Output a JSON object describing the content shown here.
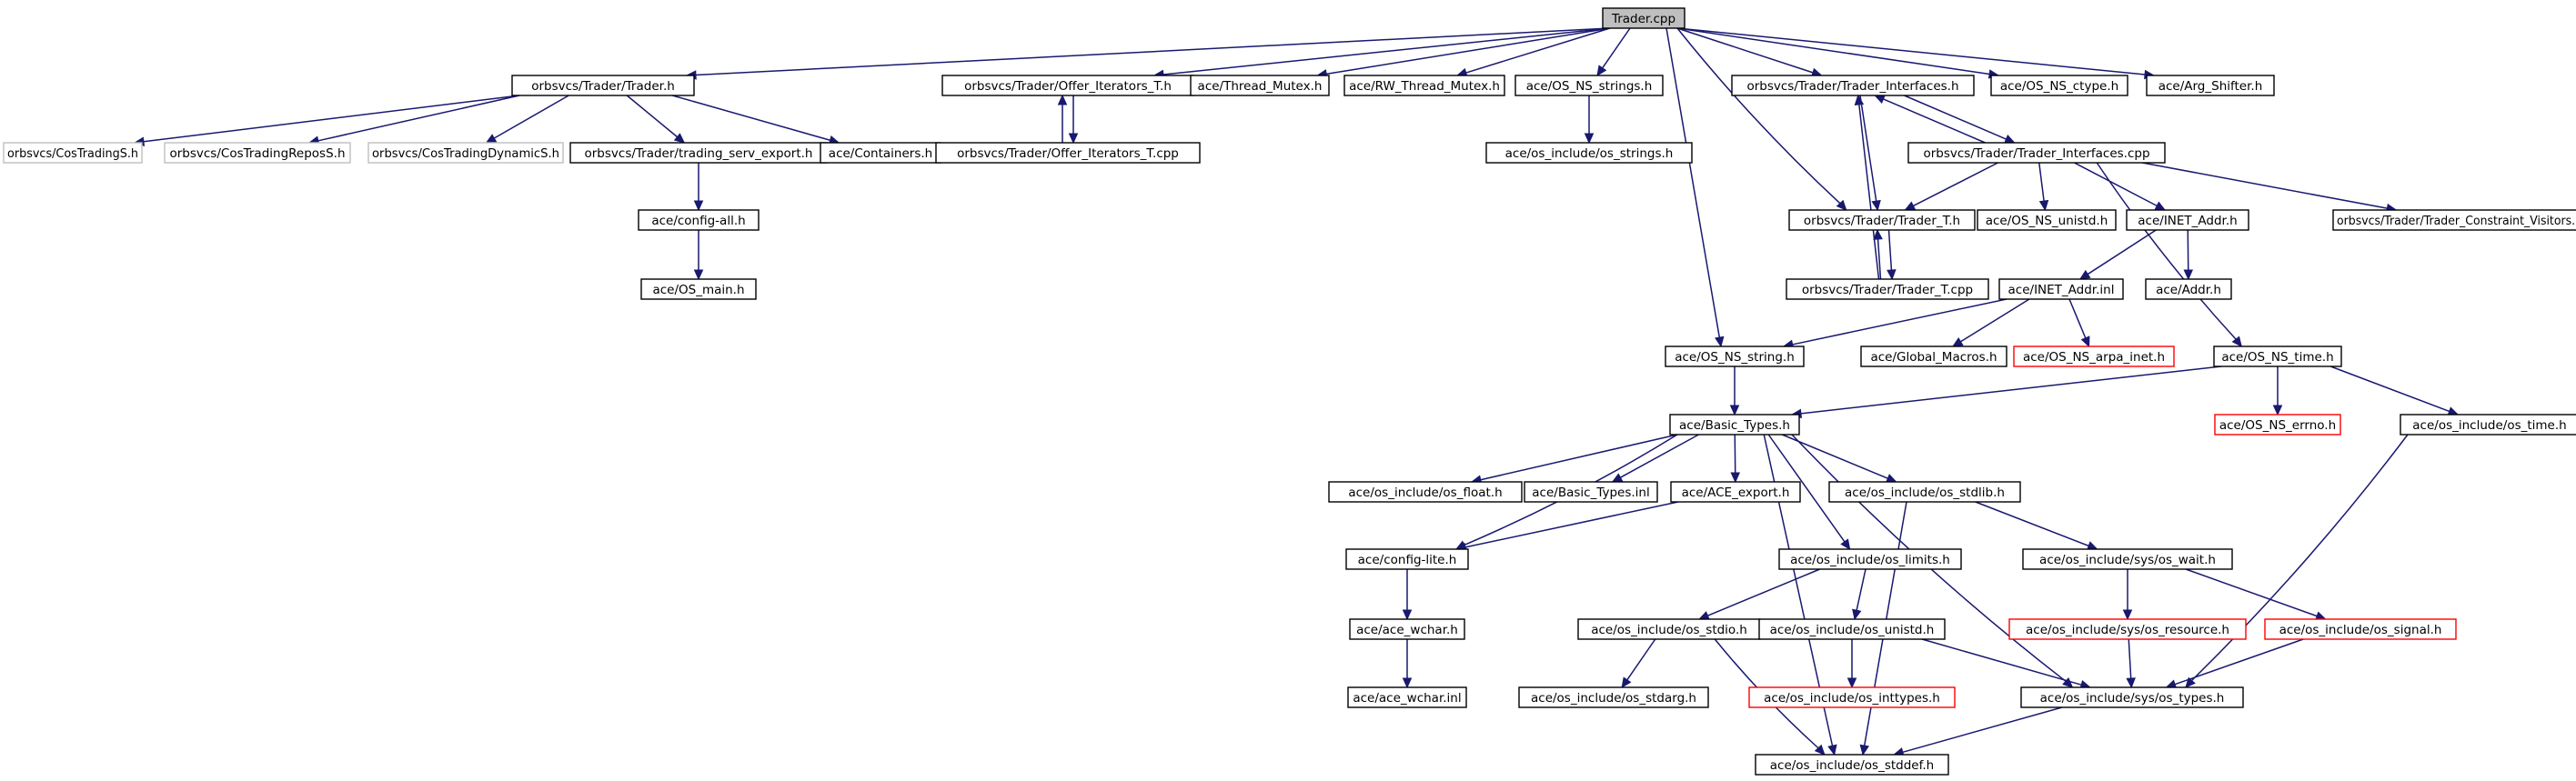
{
  "diagram": {
    "kind": "include-dependency-graph",
    "colors": {
      "edge": "#191970",
      "node_border": "#000000",
      "root_fill": "#bfbfbf",
      "missing_border": "#ff0000",
      "external_border": "#bfbfbf",
      "text": "#000000"
    },
    "nodes": [
      {
        "id": "trader_cpp",
        "label": "Trader.cpp",
        "style": "root"
      },
      {
        "id": "trader_h",
        "label": "orbsvcs/Trader/Trader.h",
        "style": "normal"
      },
      {
        "id": "offer_iter_h",
        "label": "orbsvcs/Trader/Offer_Iterators_T.h",
        "style": "normal"
      },
      {
        "id": "thread_mutex",
        "label": "ace/Thread_Mutex.h",
        "style": "normal"
      },
      {
        "id": "rw_thread_mutex",
        "label": "ace/RW_Thread_Mutex.h",
        "style": "normal"
      },
      {
        "id": "os_ns_strings",
        "label": "ace/OS_NS_strings.h",
        "style": "normal"
      },
      {
        "id": "trader_ifaces_h",
        "label": "orbsvcs/Trader/Trader_Interfaces.h",
        "style": "normal"
      },
      {
        "id": "os_ns_ctype",
        "label": "ace/OS_NS_ctype.h",
        "style": "normal"
      },
      {
        "id": "arg_shifter",
        "label": "ace/Arg_Shifter.h",
        "style": "normal"
      },
      {
        "id": "cos_trading_s",
        "label": "orbsvcs/CosTradingS.h",
        "style": "external"
      },
      {
        "id": "cos_trading_repos_s",
        "label": "orbsvcs/CosTradingReposS.h",
        "style": "external"
      },
      {
        "id": "cos_trading_dyn_s",
        "label": "orbsvcs/CosTradingDynamicS.h",
        "style": "external"
      },
      {
        "id": "trading_serv_export",
        "label": "orbsvcs/Trader/trading_serv_export.h",
        "style": "normal"
      },
      {
        "id": "containers",
        "label": "ace/Containers.h",
        "style": "normal"
      },
      {
        "id": "offer_iter_cpp",
        "label": "orbsvcs/Trader/Offer_Iterators_T.cpp",
        "style": "normal"
      },
      {
        "id": "os_include_strings",
        "label": "ace/os_include/os_strings.h",
        "style": "normal"
      },
      {
        "id": "trader_ifaces_cpp",
        "label": "orbsvcs/Trader/Trader_Interfaces.cpp",
        "style": "normal"
      },
      {
        "id": "config_all",
        "label": "ace/config-all.h",
        "style": "normal"
      },
      {
        "id": "trader_t_h",
        "label": "orbsvcs/Trader/Trader_T.h",
        "style": "normal"
      },
      {
        "id": "os_ns_unistd",
        "label": "ace/OS_NS_unistd.h",
        "style": "normal"
      },
      {
        "id": "inet_addr_h",
        "label": "ace/INET_Addr.h",
        "style": "normal"
      },
      {
        "id": "constraint_visitors",
        "label": "orbsvcs/Trader/Trader_Constraint_Visitors.h",
        "style": "normal"
      },
      {
        "id": "os_main",
        "label": "ace/OS_main.h",
        "style": "normal"
      },
      {
        "id": "trader_t_cpp",
        "label": "orbsvcs/Trader/Trader_T.cpp",
        "style": "normal"
      },
      {
        "id": "inet_addr_inl",
        "label": "ace/INET_Addr.inl",
        "style": "normal"
      },
      {
        "id": "addr_h",
        "label": "ace/Addr.h",
        "style": "normal"
      },
      {
        "id": "os_ns_string",
        "label": "ace/OS_NS_string.h",
        "style": "normal"
      },
      {
        "id": "global_macros",
        "label": "ace/Global_Macros.h",
        "style": "normal"
      },
      {
        "id": "os_ns_arpa_inet",
        "label": "ace/OS_NS_arpa_inet.h",
        "style": "missing"
      },
      {
        "id": "os_ns_time",
        "label": "ace/OS_NS_time.h",
        "style": "normal"
      },
      {
        "id": "basic_types_h",
        "label": "ace/Basic_Types.h",
        "style": "normal"
      },
      {
        "id": "os_ns_errno",
        "label": "ace/OS_NS_errno.h",
        "style": "missing"
      },
      {
        "id": "os_include_time",
        "label": "ace/os_include/os_time.h",
        "style": "normal"
      },
      {
        "id": "os_include_float",
        "label": "ace/os_include/os_float.h",
        "style": "normal"
      },
      {
        "id": "basic_types_inl",
        "label": "ace/Basic_Types.inl",
        "style": "normal"
      },
      {
        "id": "ace_export",
        "label": "ace/ACE_export.h",
        "style": "normal"
      },
      {
        "id": "os_include_stdlib",
        "label": "ace/os_include/os_stdlib.h",
        "style": "normal"
      },
      {
        "id": "config_lite",
        "label": "ace/config-lite.h",
        "style": "normal"
      },
      {
        "id": "os_include_limits",
        "label": "ace/os_include/os_limits.h",
        "style": "normal"
      },
      {
        "id": "sys_os_wait",
        "label": "ace/os_include/sys/os_wait.h",
        "style": "normal"
      },
      {
        "id": "ace_wchar_h",
        "label": "ace/ace_wchar.h",
        "style": "normal"
      },
      {
        "id": "os_include_stdio",
        "label": "ace/os_include/os_stdio.h",
        "style": "normal"
      },
      {
        "id": "os_include_unistd",
        "label": "ace/os_include/os_unistd.h",
        "style": "normal"
      },
      {
        "id": "sys_os_resource",
        "label": "ace/os_include/sys/os_resource.h",
        "style": "missing"
      },
      {
        "id": "os_include_signal",
        "label": "ace/os_include/os_signal.h",
        "style": "missing"
      },
      {
        "id": "ace_wchar_inl",
        "label": "ace/ace_wchar.inl",
        "style": "normal"
      },
      {
        "id": "os_include_stdarg",
        "label": "ace/os_include/os_stdarg.h",
        "style": "normal"
      },
      {
        "id": "os_include_inttypes",
        "label": "ace/os_include/os_inttypes.h",
        "style": "missing"
      },
      {
        "id": "sys_os_types",
        "label": "ace/os_include/sys/os_types.h",
        "style": "normal"
      },
      {
        "id": "os_include_stddef",
        "label": "ace/os_include/os_stddef.h",
        "style": "normal"
      }
    ],
    "edges": [
      [
        "trader_cpp",
        "trader_h"
      ],
      [
        "trader_cpp",
        "offer_iter_h"
      ],
      [
        "trader_cpp",
        "thread_mutex"
      ],
      [
        "trader_cpp",
        "rw_thread_mutex"
      ],
      [
        "trader_cpp",
        "os_ns_strings"
      ],
      [
        "trader_cpp",
        "trader_ifaces_h"
      ],
      [
        "trader_cpp",
        "os_ns_ctype"
      ],
      [
        "trader_cpp",
        "arg_shifter"
      ],
      [
        "trader_cpp",
        "trader_t_h"
      ],
      [
        "trader_cpp",
        "os_ns_string"
      ],
      [
        "trader_h",
        "cos_trading_s"
      ],
      [
        "trader_h",
        "cos_trading_repos_s"
      ],
      [
        "trader_h",
        "cos_trading_dyn_s"
      ],
      [
        "trader_h",
        "trading_serv_export"
      ],
      [
        "trader_h",
        "containers"
      ],
      [
        "trading_serv_export",
        "config_all"
      ],
      [
        "config_all",
        "os_main"
      ],
      [
        "offer_iter_h",
        "offer_iter_cpp"
      ],
      [
        "offer_iter_cpp",
        "offer_iter_h"
      ],
      [
        "os_ns_strings",
        "os_include_strings"
      ],
      [
        "trader_ifaces_h",
        "trader_ifaces_cpp"
      ],
      [
        "trader_ifaces_cpp",
        "trader_ifaces_h"
      ],
      [
        "trader_ifaces_h",
        "trader_t_h"
      ],
      [
        "trader_ifaces_cpp",
        "trader_t_h"
      ],
      [
        "trader_ifaces_cpp",
        "os_ns_unistd"
      ],
      [
        "trader_ifaces_cpp",
        "inet_addr_h"
      ],
      [
        "trader_ifaces_cpp",
        "constraint_visitors"
      ],
      [
        "trader_ifaces_cpp",
        "os_ns_time"
      ],
      [
        "trader_t_h",
        "trader_t_cpp"
      ],
      [
        "trader_t_cpp",
        "trader_t_h"
      ],
      [
        "trader_t_cpp",
        "trader_ifaces_h"
      ],
      [
        "inet_addr_h",
        "inet_addr_inl"
      ],
      [
        "inet_addr_h",
        "addr_h"
      ],
      [
        "inet_addr_inl",
        "os_ns_string"
      ],
      [
        "inet_addr_inl",
        "global_macros"
      ],
      [
        "inet_addr_inl",
        "os_ns_arpa_inet"
      ],
      [
        "os_ns_string",
        "basic_types_h"
      ],
      [
        "os_ns_time",
        "basic_types_h"
      ],
      [
        "os_ns_time",
        "os_ns_errno"
      ],
      [
        "os_ns_time",
        "os_include_time"
      ],
      [
        "os_include_time",
        "sys_os_types"
      ],
      [
        "basic_types_h",
        "os_include_float"
      ],
      [
        "basic_types_h",
        "basic_types_inl"
      ],
      [
        "basic_types_h",
        "ace_export"
      ],
      [
        "basic_types_h",
        "os_include_stdlib"
      ],
      [
        "basic_types_h",
        "config_lite"
      ],
      [
        "basic_types_h",
        "os_include_limits"
      ],
      [
        "basic_types_h",
        "sys_os_types"
      ],
      [
        "basic_types_h",
        "os_include_stddef"
      ],
      [
        "ace_export",
        "config_lite"
      ],
      [
        "config_lite",
        "ace_wchar_h"
      ],
      [
        "ace_wchar_h",
        "ace_wchar_inl"
      ],
      [
        "os_include_limits",
        "os_include_stdio"
      ],
      [
        "os_include_limits",
        "os_include_unistd"
      ],
      [
        "os_include_stdio",
        "os_include_stdarg"
      ],
      [
        "os_include_stdio",
        "os_include_stddef"
      ],
      [
        "os_include_unistd",
        "os_include_inttypes"
      ],
      [
        "os_include_unistd",
        "sys_os_types"
      ],
      [
        "os_include_stdlib",
        "sys_os_wait"
      ],
      [
        "os_include_stdlib",
        "os_include_stddef"
      ],
      [
        "sys_os_wait",
        "sys_os_resource"
      ],
      [
        "sys_os_wait",
        "os_include_signal"
      ],
      [
        "sys_os_resource",
        "sys_os_types"
      ],
      [
        "os_include_signal",
        "sys_os_types"
      ],
      [
        "sys_os_types",
        "os_include_stddef"
      ]
    ]
  }
}
